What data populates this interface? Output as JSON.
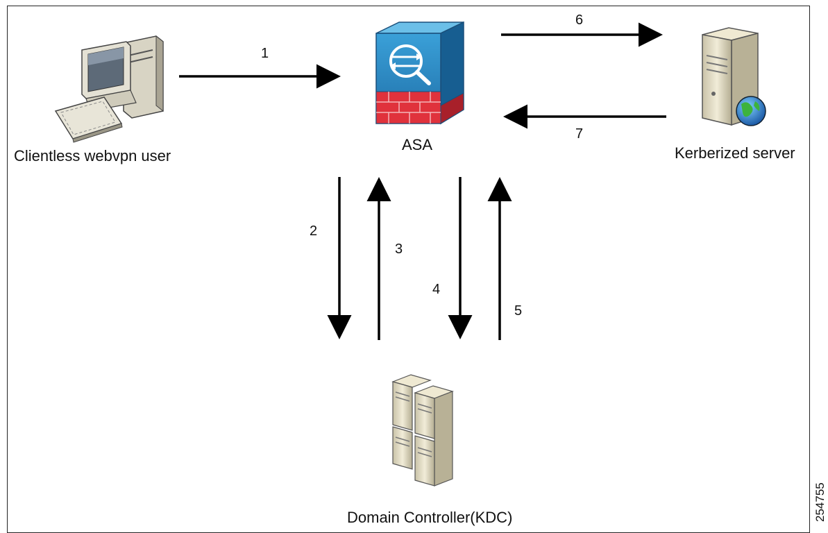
{
  "nodes": {
    "client": {
      "label": "Clientless webvpn user",
      "icon": "computer-icon"
    },
    "asa": {
      "label": "ASA",
      "icon": "firewall-icon"
    },
    "server": {
      "label": "Kerberized server",
      "icon": "web-server-icon"
    },
    "kdc": {
      "label": "Domain Controller(KDC)",
      "icon": "server-cluster-icon"
    }
  },
  "steps": {
    "s1": "1",
    "s2": "2",
    "s3": "3",
    "s4": "4",
    "s5": "5",
    "s6": "6",
    "s7": "7"
  },
  "figure_id": "254755"
}
